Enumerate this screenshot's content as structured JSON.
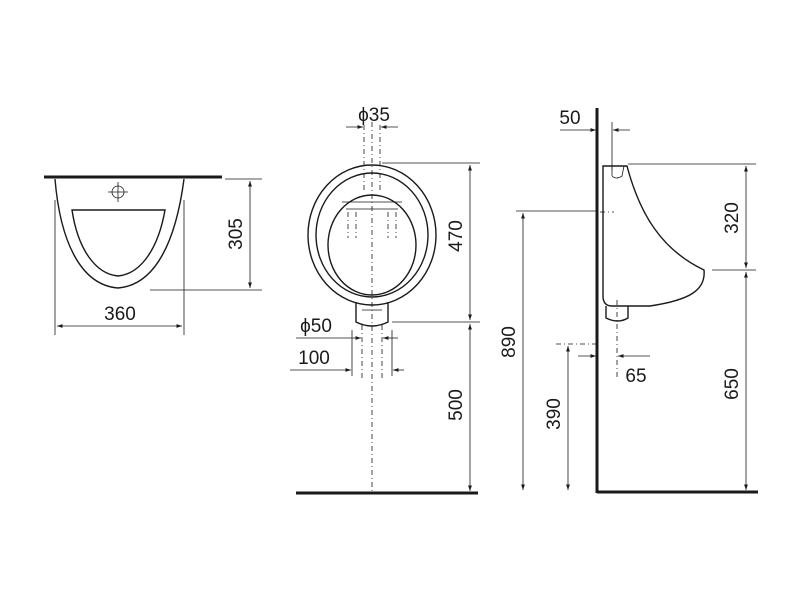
{
  "colors": {
    "line": "#1a1a1a",
    "background": "#ffffff"
  },
  "dimensions": {
    "top_view": {
      "width": "360",
      "depth": "305"
    },
    "front_view": {
      "inlet_diameter": "ϕ35",
      "outlet_diameter": "ϕ50",
      "outlet_offset": "100",
      "height_470": "470",
      "height_500": "500"
    },
    "side_view": {
      "inlet_setback": "50",
      "height_320": "320",
      "height_650": "650",
      "height_890": "890",
      "height_390": "390",
      "outlet_setback": "65"
    }
  }
}
